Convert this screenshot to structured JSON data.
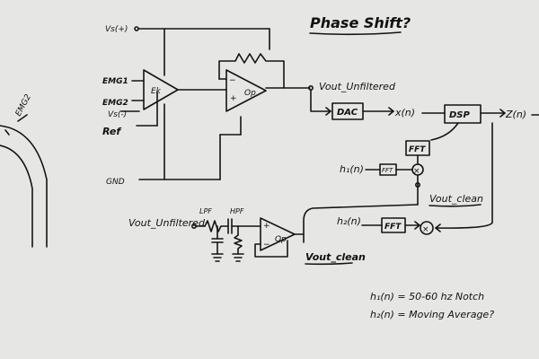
{
  "title": "Phase Shift?",
  "sensor": {
    "label": "EMG2"
  },
  "inputs": {
    "vs_pos": "Vs(+)",
    "emg1": "EMG1",
    "emg2": "EMG2",
    "vs_neg": "Vs(-)",
    "ref": "Ref",
    "gnd": "GND"
  },
  "inamp": {
    "label": "Ek"
  },
  "opamp1": {
    "label": "Op",
    "minus": "−",
    "plus": "+"
  },
  "output1": {
    "label": "Vout_Unfiltered"
  },
  "dac": {
    "label": "DAC"
  },
  "signals": {
    "xn": "x(n)",
    "zn": "Z(n)"
  },
  "dsp": {
    "label": "DSP"
  },
  "fft1": {
    "label": "FFT"
  },
  "fft2": {
    "label": "FFT"
  },
  "fft_small": {
    "label": "FFT"
  },
  "h1": {
    "label": "h₁(n)"
  },
  "h2": {
    "label": "h₂(n)"
  },
  "mult": {
    "symbol": "×"
  },
  "vout_clean_top": {
    "label": "Vout_clean"
  },
  "filter": {
    "input": "Vout_Unfiltered",
    "lpf": "LPF",
    "hpf": "HPF",
    "opamp": "Op",
    "minus": "−",
    "plus": "+",
    "output": "Vout_clean"
  },
  "notes": [
    "h₁(n) = 50-60 hz Notch",
    "h₂(n) = Moving Average?"
  ]
}
